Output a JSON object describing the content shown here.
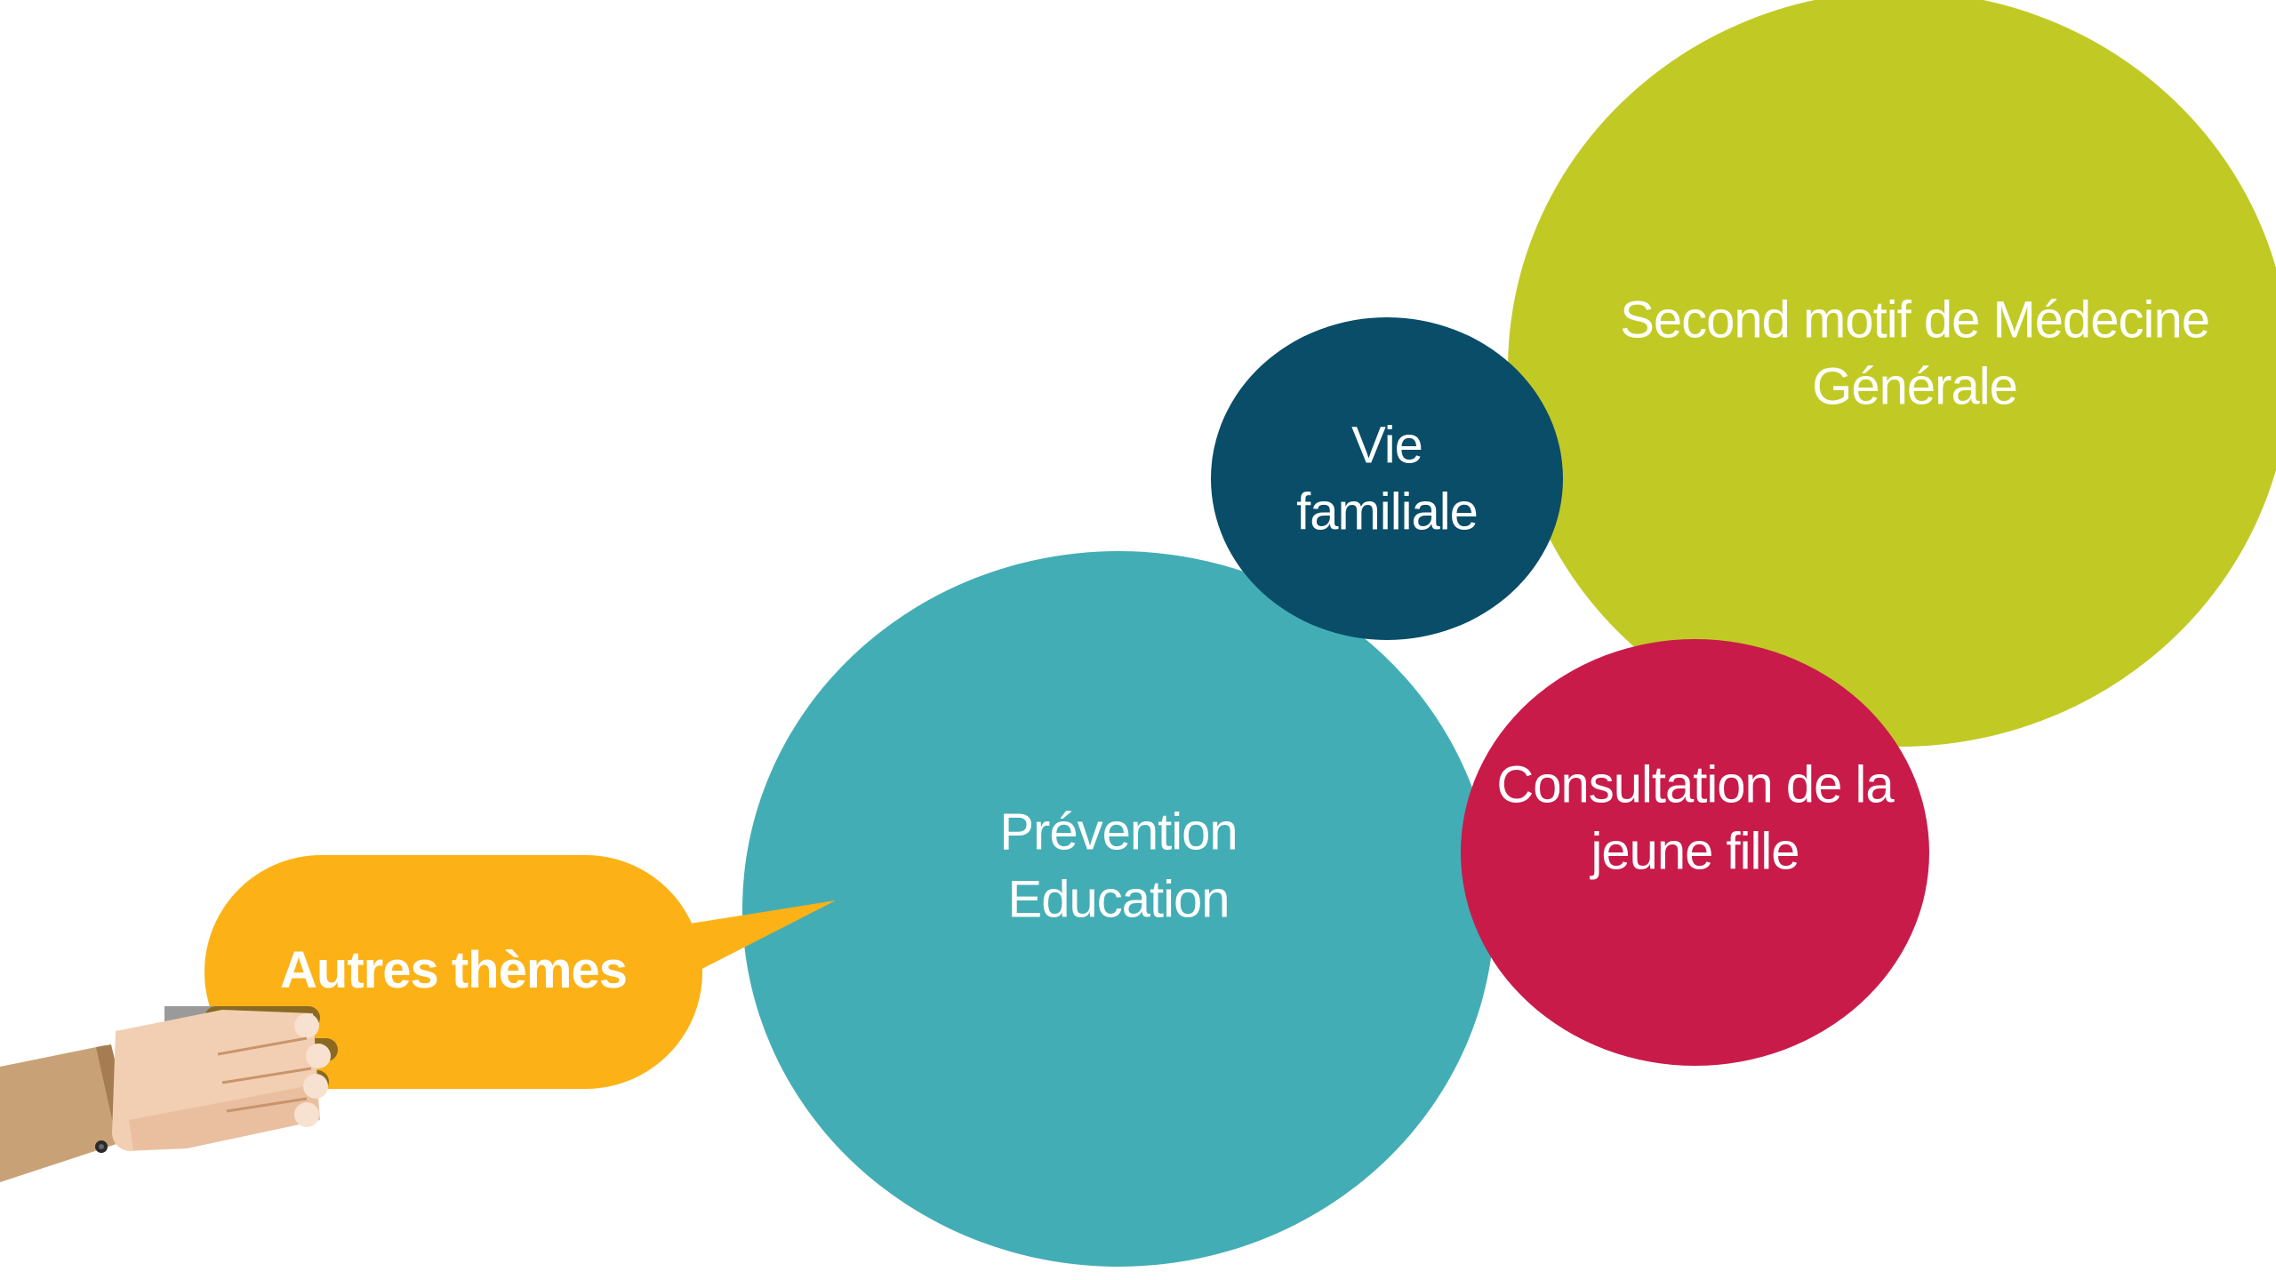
{
  "diagram": {
    "bubbles": [
      {
        "id": "second-motif",
        "lines": [
          "Second motif de Médecine",
          "Générale"
        ],
        "color": "#c1ca25"
      },
      {
        "id": "vie-familiale",
        "lines": [
          "Vie",
          "familiale"
        ],
        "color": "#094d68"
      },
      {
        "id": "prevention",
        "lines": [
          "Prévention",
          "Education"
        ],
        "color": "#43adb5"
      },
      {
        "id": "consultation",
        "lines": [
          "Consultation de la",
          "jeune fille"
        ],
        "color": "#c91b4a"
      }
    ],
    "speech_bubble": {
      "label": "Autres thèmes",
      "color": "#fcb216"
    },
    "hand_icon": "hand-holding-sign-icon"
  }
}
